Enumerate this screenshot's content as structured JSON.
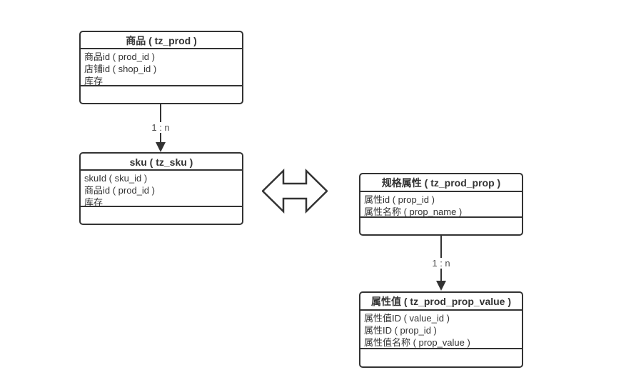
{
  "colors": {
    "border": "#333333",
    "text": "#333333",
    "connector_label": "#4d4d4d",
    "background": "#ffffff"
  },
  "tables": [
    {
      "id": "prod",
      "title": "商品 ( tz_prod )",
      "fields": [
        "商品id ( prod_id )",
        "店铺id ( shop_id )",
        "库存"
      ]
    },
    {
      "id": "sku",
      "title": "sku ( tz_sku )",
      "fields": [
        "skuId ( sku_id )",
        "商品id ( prod_id )",
        "库存"
      ]
    },
    {
      "id": "prod_prop",
      "title": "规格属性 ( tz_prod_prop )",
      "fields": [
        "属性id ( prop_id )",
        "属性名称 ( prop_name )"
      ]
    },
    {
      "id": "prod_prop_value",
      "title": "属性值 ( tz_prod_prop_value )",
      "fields": [
        "属性值ID ( value_id )",
        "属性ID ( prop_id )",
        "属性值名称 ( prop_value )"
      ]
    }
  ],
  "connectors": [
    {
      "from": "prod",
      "to": "sku",
      "label": "1 : n"
    },
    {
      "from": "prod_prop",
      "to": "prod_prop_value",
      "label": "1 : n"
    }
  ],
  "symbols": {
    "relation_arrow": "left-right-double-arrow"
  }
}
